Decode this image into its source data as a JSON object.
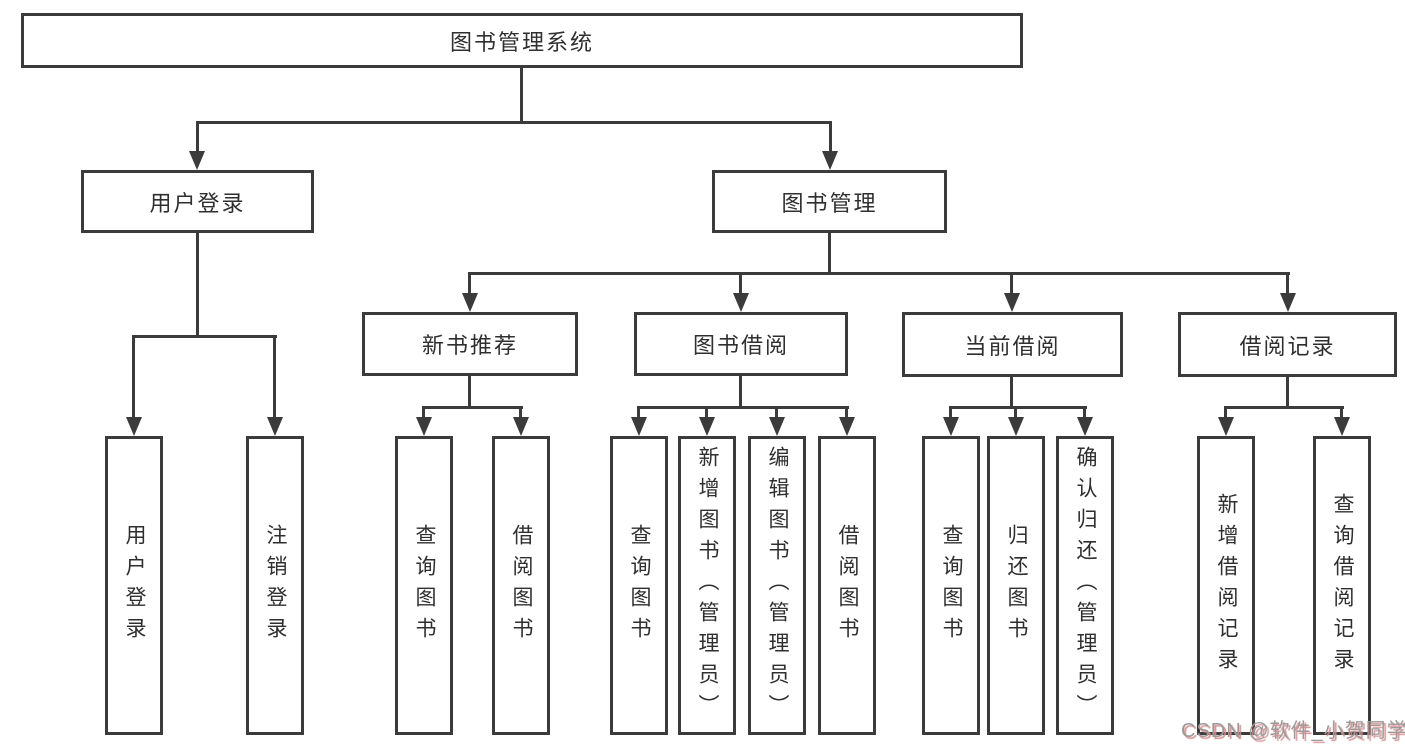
{
  "tree": {
    "label": "图书管理系统",
    "children": [
      {
        "label": "用户登录",
        "children": [
          {
            "label": "用户登录"
          },
          {
            "label": "注销登录"
          }
        ]
      },
      {
        "label": "图书管理",
        "children": [
          {
            "label": "新书推荐",
            "children": [
              {
                "label": "查询图书"
              },
              {
                "label": "借阅图书"
              }
            ]
          },
          {
            "label": "图书借阅",
            "children": [
              {
                "label": "查询图书"
              },
              {
                "label": "新增图书（管理员）"
              },
              {
                "label": "编辑图书（管理员）"
              },
              {
                "label": "借阅图书"
              }
            ]
          },
          {
            "label": "当前借阅",
            "children": [
              {
                "label": "查询图书"
              },
              {
                "label": "归还图书"
              },
              {
                "label": "确认归还（管理员）"
              }
            ]
          },
          {
            "label": "借阅记录",
            "children": [
              {
                "label": "新增借阅记录"
              },
              {
                "label": "查询借阅记录"
              }
            ]
          }
        ]
      }
    ]
  },
  "watermark": {
    "text": "CSDN @软件_小贺同学"
  },
  "colors": {
    "line": "#3b3b3b",
    "text": "#2f2f2f",
    "background": "#ffffff",
    "watermark": "#9b9b9b",
    "watermark_shadow": "#d98c8c"
  }
}
